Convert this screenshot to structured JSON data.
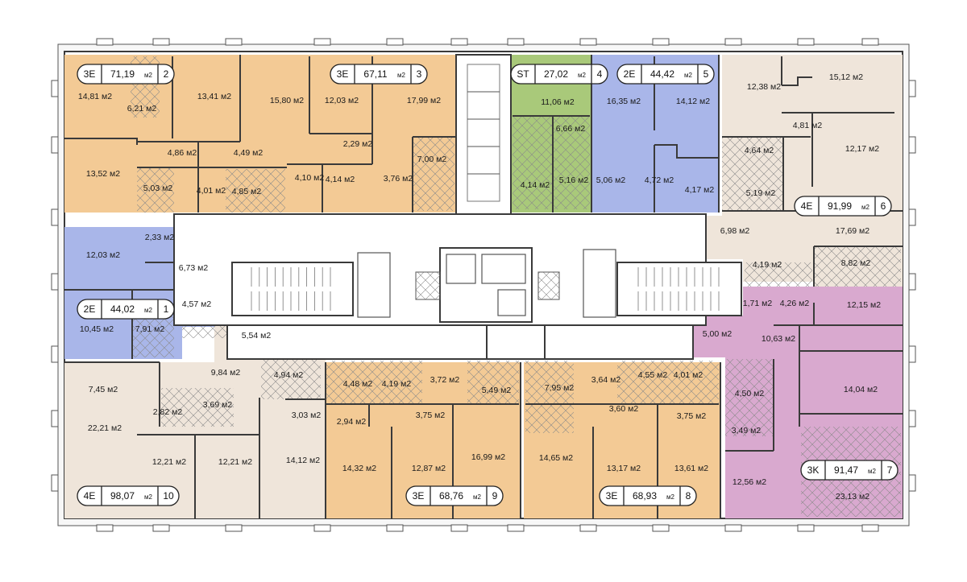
{
  "colors": {
    "orange": "#f3ca95",
    "blue": "#a9b6e9",
    "green": "#a9c97a",
    "beige": "#efe5da",
    "pink": "#d9a9cf",
    "corridor": "#ffffff",
    "wall": "#3a3a3a"
  },
  "apartments": [
    {
      "id": "1",
      "type": "2E",
      "area": "44,02",
      "unit": "м2"
    },
    {
      "id": "2",
      "type": "3E",
      "area": "71,19",
      "unit": "м2"
    },
    {
      "id": "3",
      "type": "3E",
      "area": "67,11",
      "unit": "м2"
    },
    {
      "id": "4",
      "type": "ST",
      "area": "27,02",
      "unit": "м2"
    },
    {
      "id": "5",
      "type": "2E",
      "area": "44,42",
      "unit": "м2"
    },
    {
      "id": "6",
      "type": "4E",
      "area": "91,99",
      "unit": "м2"
    },
    {
      "id": "7",
      "type": "3K",
      "area": "91,47",
      "unit": "м2"
    },
    {
      "id": "8",
      "type": "3E",
      "area": "68,93",
      "unit": "м2"
    },
    {
      "id": "9",
      "type": "3E",
      "area": "68,76",
      "unit": "м2"
    },
    {
      "id": "10",
      "type": "4E",
      "area": "98,07",
      "unit": "м2"
    }
  ],
  "rooms": {
    "a2_r1": "14,81 м2",
    "a2_r2": "6,21 м2",
    "a2_r3": "13,41 м2",
    "a2_r4": "13,52 м2",
    "a2_r5": "4,86 м2",
    "a2_r6": "4,49 м2",
    "a2_r7": "5,03 м2",
    "a2_r8": "4,01 м2",
    "a2_r9": "4,85 м2",
    "a3_r1": "15,80 м2",
    "a3_r2": "12,03 м2",
    "a3_r3": "17,99 м2",
    "a3_r4": "2,29 м2",
    "a3_r5": "4,10 м2",
    "a3_r6": "4,14 м2",
    "a3_r7": "3,76 м2",
    "a3_r8": "7,00 м2",
    "a4_r1": "11,06 м2",
    "a4_r2": "6,66 м2",
    "a4_r3": "4,14 м2",
    "a4_r4": "5,16 м2",
    "a5_r1": "16,35 м2",
    "a5_r2": "14,12 м2",
    "a5_r3": "5,06 м2",
    "a5_r4": "4,72 м2",
    "a5_r5": "4,17 м2",
    "a6_r1": "12,38 м2",
    "a6_r2": "15,12 м2",
    "a6_r3": "4,81 м2",
    "a6_r4": "12,17 м2",
    "a6_r5": "4,64 м2",
    "a6_r6": "5,19 м2",
    "a6_r7": "6,98 м2",
    "a6_r8": "17,69 м2",
    "a6_r9": "4,19 м2",
    "a6_r10": "8,82 м2",
    "a1_r1": "12,03 м2",
    "a1_r2": "2,33 м2",
    "a1_r3": "6,73 м2",
    "a1_r4": "4,57 м2",
    "a1_r5": "10,45 м2",
    "a1_r6": "7,91 м2",
    "a7_r1": "1,71 м2",
    "a7_r2": "4,26 м2",
    "a7_r3": "12,15 м2",
    "a7_r4": "5,00 м2",
    "a7_r5": "10,63 м2",
    "a7_r6": "14,04 м2",
    "a7_r7": "4,50 м2",
    "a7_r8": "3,49 м2",
    "a7_r9": "12,56 м2",
    "a7_r10": "23,13 м2",
    "a10_r1": "5,54 м2",
    "a10_r2": "9,84 м2",
    "a10_r3": "4,94 м2",
    "a10_r4": "7,45 м2",
    "a10_r5": "2,82 м2",
    "a10_r6": "3,69 м2",
    "a10_r7": "3,03 м2",
    "a10_r8": "22,21 м2",
    "a10_r9": "12,21 м2",
    "a10_r10": "12,21 м2",
    "a10_r11": "14,12 м2",
    "a9_r1": "4,48 м2",
    "a9_r2": "4,19 м2",
    "a9_r3": "3,72 м2",
    "a9_r4": "5,49 м2",
    "a9_r5": "2,94 м2",
    "a9_r6": "3,75 м2",
    "a9_r7": "14,32 м2",
    "a9_r8": "12,87 м2",
    "a9_r9": "16,99 м2",
    "a8_r1": "7,95 м2",
    "a8_r2": "3,64 м2",
    "a8_r3": "4,55 м2",
    "a8_r4": "4,01 м2",
    "a8_r5": "3,60 м2",
    "a8_r6": "3,75 м2",
    "a8_r7": "14,65 м2",
    "a8_r8": "13,17 м2",
    "a8_r9": "13,61 м2"
  }
}
